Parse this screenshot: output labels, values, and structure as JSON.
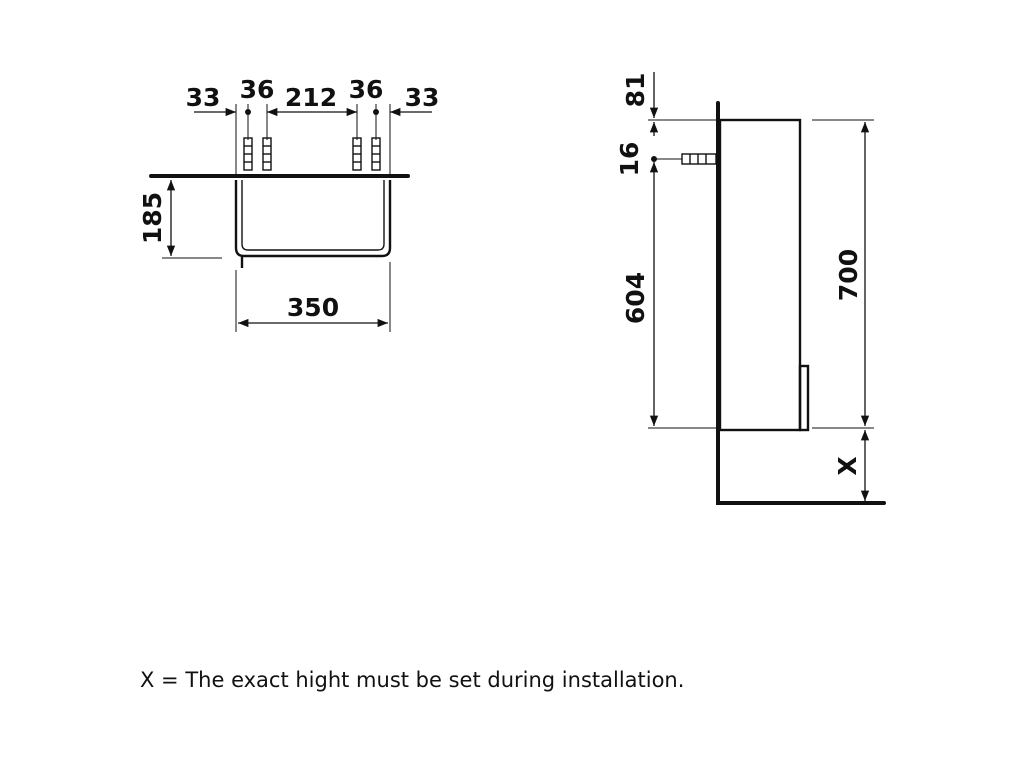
{
  "front_view": {
    "top_dims": [
      "33",
      "36",
      "212",
      "36",
      "33"
    ],
    "height_dim": "185",
    "width_dim": "350"
  },
  "side_view": {
    "dim_81": "81",
    "dim_16": "16",
    "dim_604": "604",
    "dim_700": "700",
    "dim_x": "X"
  },
  "note": "X = The exact hight must be set during installation."
}
